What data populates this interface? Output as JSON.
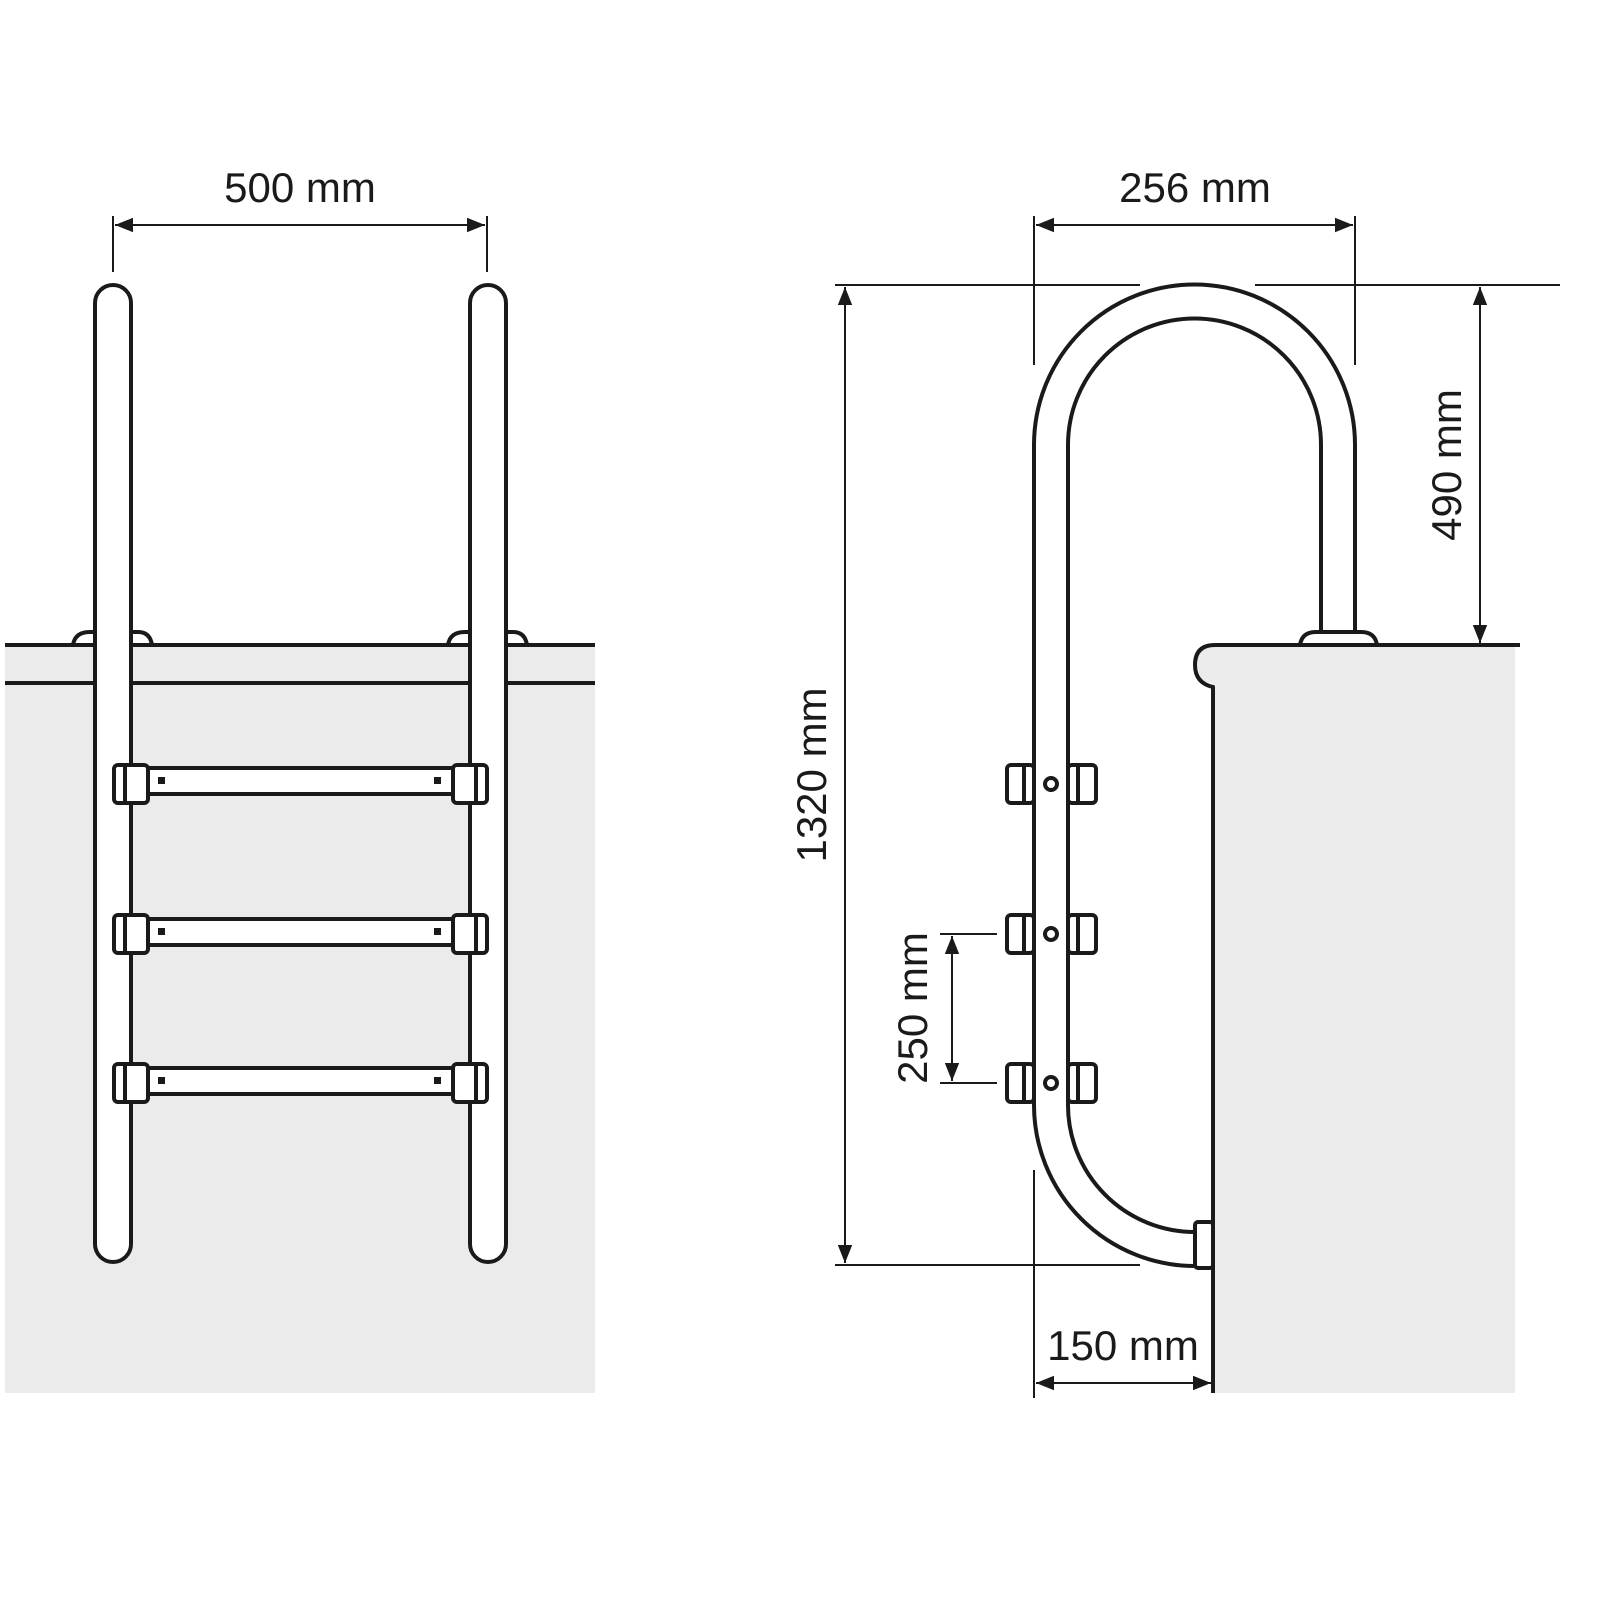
{
  "title": "Pool ladder dimension drawing",
  "front_view": {
    "width_label": "500 mm",
    "rung_count": 3
  },
  "side_view": {
    "depth_label": "256 mm",
    "total_height_label": "1320 mm",
    "handrail_height_label": "490 mm",
    "step_spacing_label": "250 mm",
    "wall_offset_label": "150 mm"
  },
  "colors": {
    "line": "#1a1a1a",
    "pool_fill": "#ebebeb",
    "background": "#ffffff"
  }
}
